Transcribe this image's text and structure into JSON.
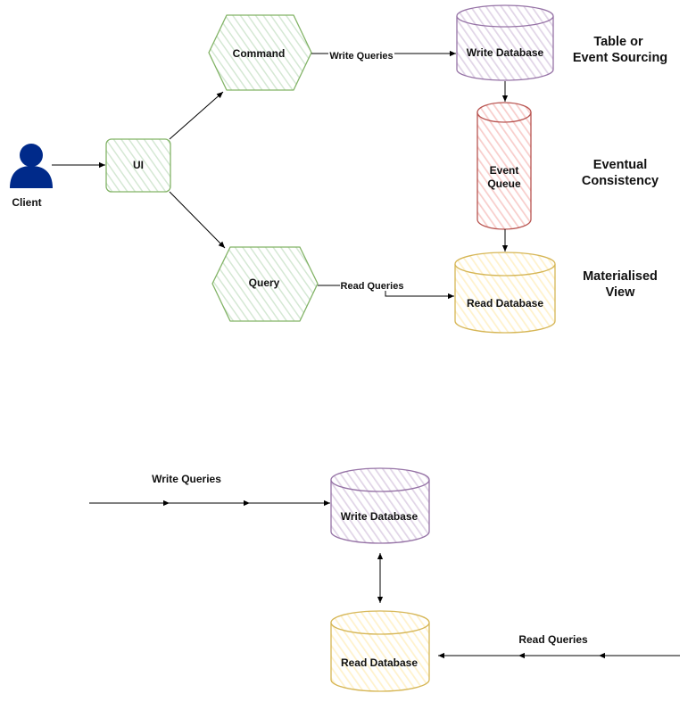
{
  "colors": {
    "green_stroke": "#82b366",
    "green_fill": "#d5e8d4",
    "purple_stroke": "#9673a6",
    "purple_fill": "#e1d5e7",
    "red_stroke": "#b85450",
    "red_fill": "#f8cecc",
    "yellow_stroke": "#d6b656",
    "yellow_fill": "#fff2cc",
    "client_blue": "#002a8a"
  },
  "icons": {
    "client": "user-icon"
  },
  "top": {
    "client_label": "Client",
    "ui_label": "UI",
    "command_label": "Command",
    "query_label": "Query",
    "write_queries_label": "Write Queries",
    "read_queries_label": "Read Queries",
    "write_db_label": "Write Database",
    "event_queue_line1": "Event",
    "event_queue_line2": "Queue",
    "read_db_label": "Read Database",
    "note_write_line1": "Table or",
    "note_write_line2": "Event Sourcing",
    "note_queue_line1": "Eventual",
    "note_queue_line2": "Consistency",
    "note_read_line1": "Materialised",
    "note_read_line2": "View"
  },
  "bottom": {
    "write_queries_label": "Write Queries",
    "write_db_label": "Write Database",
    "read_db_label": "Read Database",
    "read_queries_label": "Read Queries"
  }
}
